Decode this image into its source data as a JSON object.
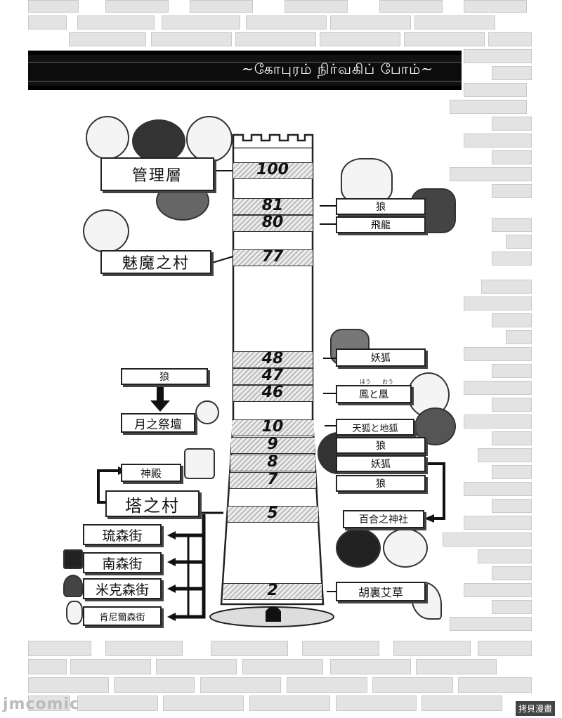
{
  "banner": {
    "title": "~கோபுரம் நிர்வகிப் போம்~"
  },
  "floors": [
    {
      "num": "100",
      "name": "floor-100"
    },
    {
      "num": "81",
      "name": "floor-81"
    },
    {
      "num": "80",
      "name": "floor-80"
    },
    {
      "num": "77",
      "name": "floor-77"
    },
    {
      "num": "48",
      "name": "floor-48"
    },
    {
      "num": "47",
      "name": "floor-47"
    },
    {
      "num": "46",
      "name": "floor-46"
    },
    {
      "num": "10",
      "name": "floor-10"
    },
    {
      "num": "9",
      "name": "floor-9"
    },
    {
      "num": "8",
      "name": "floor-8"
    },
    {
      "num": "7",
      "name": "floor-7"
    },
    {
      "num": "5",
      "name": "floor-5"
    },
    {
      "num": "2",
      "name": "floor-2"
    }
  ],
  "left_labels": {
    "admin_floor": "管理層",
    "succubus_village": "魅魔之村",
    "wolf": "狼",
    "moon_altar": "月之祭壇",
    "shrine": "神殿",
    "tower_village": "塔之村",
    "ryu_forest_street": "琉森街",
    "south_forest_street": "南森街",
    "mik_forest_street": "米克森街",
    "kenir_forest_street": "肯尼爾森街"
  },
  "right_labels": {
    "wolf_81": "狼",
    "flying_dragon": "飛龍",
    "youko_48": "妖狐",
    "phoenix": "鳳と凰",
    "phoenix_furigana": "ほう　　おう",
    "tenko_chiko": "天狐と地狐",
    "wolf_9": "狼",
    "youko_8": "妖狐",
    "wolf_7": "狼",
    "lily_shrine": "百合之神社",
    "hu_li_ai_cao": "胡裏艾草"
  },
  "watermark": {
    "left": "jmcomic",
    "right": "拷貝漫畫"
  }
}
